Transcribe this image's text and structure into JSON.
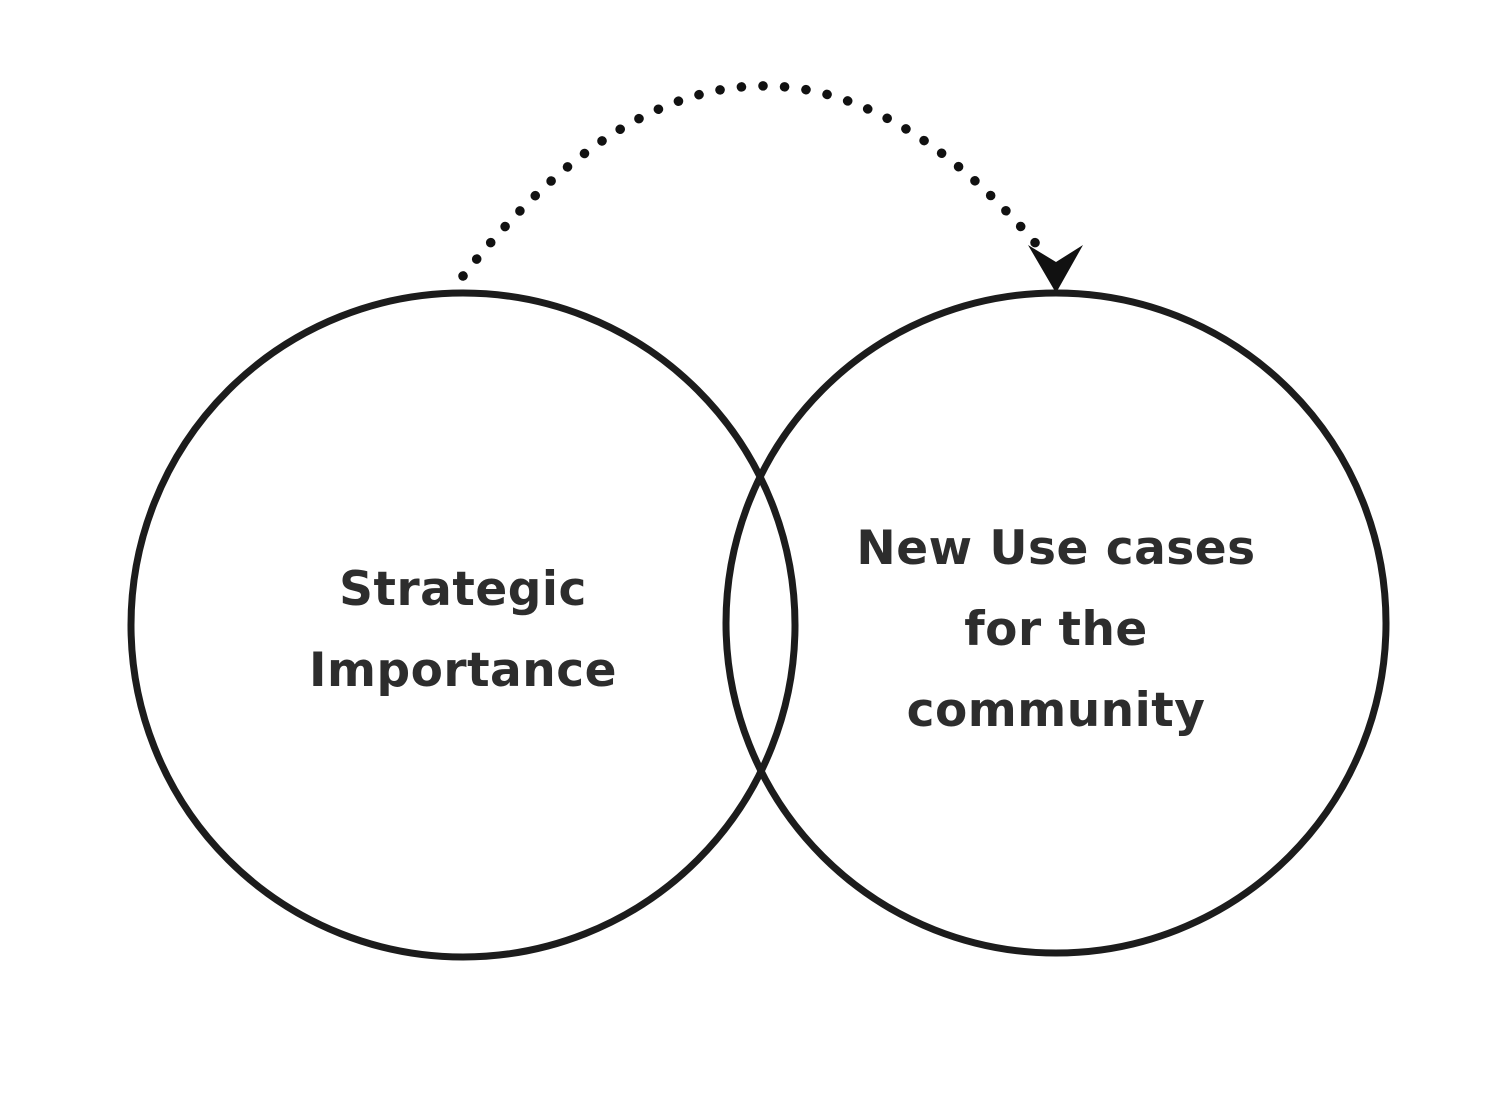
{
  "diagram": {
    "type": "venn-two-circles-with-arrow",
    "left_circle": {
      "label": "Strategic Importance",
      "lines": [
        "Strategic",
        "Importance"
      ]
    },
    "right_circle": {
      "label": "New Use cases for the community",
      "lines": [
        "New Use cases",
        "for the",
        "community"
      ]
    },
    "arrow": {
      "description": "dotted curved arrow from top of left circle to top of right circle",
      "direction": "left-to-right",
      "style": "dotted"
    },
    "colors": {
      "stroke": "#1c1c1c",
      "arrow": "#111111",
      "text": "#2d2d2d",
      "background": "#ffffff"
    }
  }
}
